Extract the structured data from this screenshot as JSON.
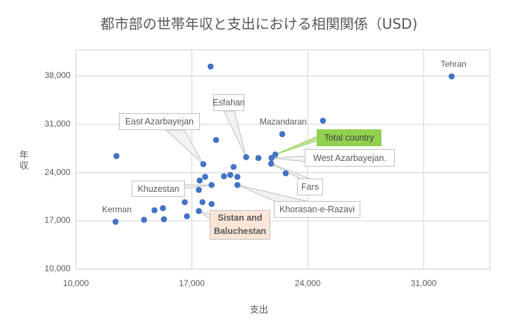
{
  "chart_data": {
    "type": "scatter",
    "title": "都市部の世帯年収と支出における相関関係（USD)",
    "xlabel": "支出",
    "ylabel": "年収",
    "xlim": [
      10000,
      35000
    ],
    "ylim": [
      10000,
      41800
    ],
    "xticks": [
      10000,
      17000,
      24000,
      31000
    ],
    "xtick_labels": [
      "10,000",
      "17,000",
      "24,000",
      "31,000"
    ],
    "yticks": [
      10000,
      17000,
      24000,
      31000,
      38000
    ],
    "ytick_labels": [
      "10,000",
      "17,000",
      "24,000",
      "31,000",
      "38,000"
    ],
    "grid": true,
    "marker_color": "#4472c4",
    "points": [
      {
        "x": 32690,
        "y": 37960,
        "label": "Tehran"
      },
      {
        "x": 18130,
        "y": 39390
      },
      {
        "x": 24920,
        "y": 31530,
        "label": "Mazandaran"
      },
      {
        "x": 22460,
        "y": 29590
      },
      {
        "x": 18460,
        "y": 28740
      },
      {
        "x": 12440,
        "y": 26400
      },
      {
        "x": 20280,
        "y": 26250,
        "label": "Esfahan"
      },
      {
        "x": 21020,
        "y": 26120
      },
      {
        "x": 22040,
        "y": 26630,
        "label": "Total country"
      },
      {
        "x": 21810,
        "y": 26120,
        "label": "West Azarbayejan."
      },
      {
        "x": 21790,
        "y": 25300,
        "label": "Fars"
      },
      {
        "x": 17690,
        "y": 25230,
        "label": "East Azarbayejan"
      },
      {
        "x": 19520,
        "y": 24830
      },
      {
        "x": 22670,
        "y": 23910
      },
      {
        "x": 17800,
        "y": 23400
      },
      {
        "x": 17470,
        "y": 22860
      },
      {
        "x": 18940,
        "y": 23470
      },
      {
        "x": 19320,
        "y": 23670
      },
      {
        "x": 19750,
        "y": 23400
      },
      {
        "x": 18190,
        "y": 22210,
        "label": "Khuzestan"
      },
      {
        "x": 19750,
        "y": 22210,
        "label": "Khorasan-e-Razavi"
      },
      {
        "x": 17420,
        "y": 21500
      },
      {
        "x": 16570,
        "y": 19720
      },
      {
        "x": 17640,
        "y": 19720
      },
      {
        "x": 18190,
        "y": 19450
      },
      {
        "x": 15250,
        "y": 18850
      },
      {
        "x": 14740,
        "y": 18540
      },
      {
        "x": 17420,
        "y": 18430,
        "label": "Sistan and Baluchestan"
      },
      {
        "x": 16700,
        "y": 17680
      },
      {
        "x": 15310,
        "y": 17240
      },
      {
        "x": 14110,
        "y": 17170
      },
      {
        "x": 12390,
        "y": 16870,
        "label": "Kerman"
      }
    ],
    "highlight_colors": {
      "Total country": "#92d050",
      "Sistan and Baluchestan": "#fbe5d6"
    }
  }
}
